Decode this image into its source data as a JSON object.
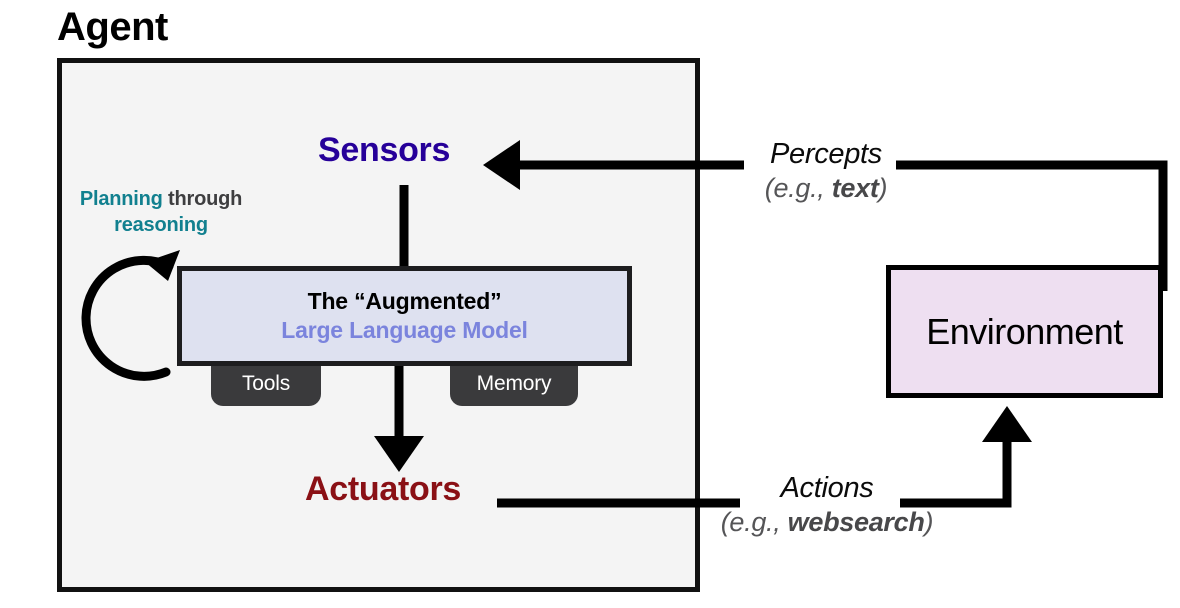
{
  "diagram": {
    "title": "Agent",
    "agent_box": {
      "nodes": {
        "sensors": "Sensors",
        "actuators": "Actuators",
        "llm_line1": "The “Augmented”",
        "llm_line2": "Large Language Model"
      },
      "tabs": [
        {
          "label": "Tools"
        },
        {
          "label": "Memory"
        }
      ],
      "loop_label": {
        "word_1": "Planning",
        "word_2": " through",
        "word_3": "reasoning"
      }
    },
    "environment": {
      "label": "Environment"
    },
    "edges": [
      {
        "name": "percepts",
        "main": "Percepts",
        "sub_prefix": "(e.g., ",
        "sub_emphasis": "text",
        "sub_suffix": ")",
        "direction": "environment-to-sensors"
      },
      {
        "name": "actions",
        "main": "Actions",
        "sub_prefix": "(e.g., ",
        "sub_emphasis": "websearch",
        "sub_suffix": ")",
        "direction": "actuators-to-environment"
      }
    ],
    "colors": {
      "sensors_blue": "#260099",
      "actuators_red": "#8a1015",
      "llm_fill": "#dee1f0",
      "llm_text_blue": "#7b84dd",
      "environment_fill": "#eedff1",
      "agent_fill": "#f4f4f4",
      "tab_fill": "#3a3a3c",
      "planning_teal": "#11808f",
      "stroke_black": "#000000"
    }
  }
}
